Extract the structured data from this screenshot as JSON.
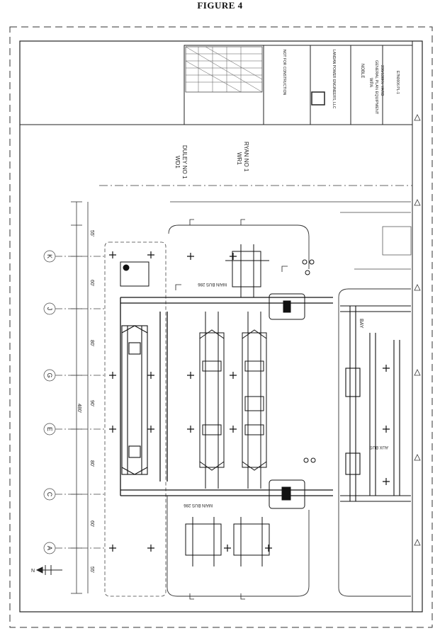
{
  "figure_title": "FIGURE 4",
  "row_labels": [
    "K",
    "J",
    "G",
    "E",
    "C",
    "A"
  ],
  "dimensions": {
    "spacing": [
      "55'",
      "60'",
      "80'",
      "90'",
      "80'",
      "60'",
      "55'"
    ],
    "overall": "480'"
  },
  "buses": {
    "main_bus_north": "MAIN BUS 286",
    "main_bus_south": "MAIN BUS 286",
    "aux_bus": "AUX BUS",
    "bay": "BAY"
  },
  "lines": {
    "line_1": "DULEY NO 1",
    "line_1_code": "WD1",
    "line_2": "RYAN NO 1",
    "line_2_code": "WR1"
  },
  "title_block": {
    "company": "LANDAN POWER ENGINEERS, LLC",
    "client": "NOBLE",
    "project": "WPA",
    "drawing_title": "GENERAL PLAN EQUIPMENT",
    "yard": "230/138KV YARD",
    "drawing_no": "E7N0006 PL-1",
    "stamp": "NOT FOR CONSTRUCTION"
  },
  "north_label": "N"
}
